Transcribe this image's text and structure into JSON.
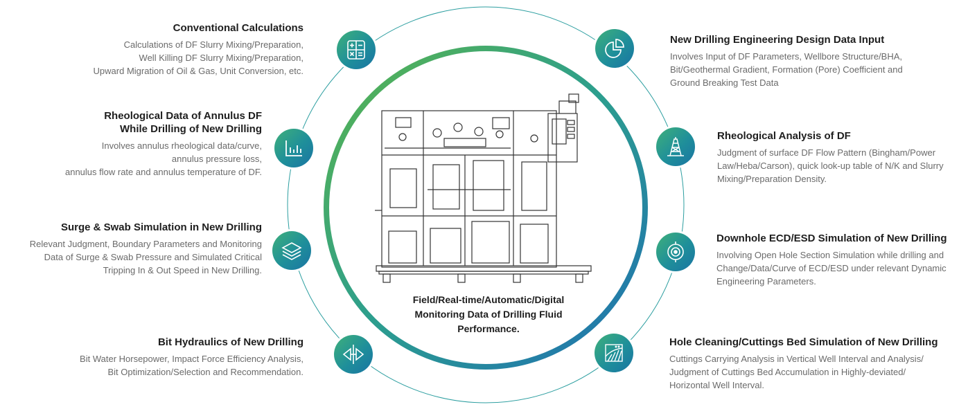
{
  "center": {
    "caption": "Field/Real-time/Automatic/Digital\nMonitoring Data of Drilling Fluid\nPerformance.",
    "image": "drilling-fluid-monitoring-equipment"
  },
  "colors": {
    "ring_outer": "#2c9ea0",
    "ring_gradient_start": "#4db356",
    "ring_gradient_end": "#1f76b6",
    "node_fill": "#2a9a8d"
  },
  "features": [
    {
      "id": "conventional-calculations",
      "side": "left",
      "icon": "calculator-icon",
      "title": "Conventional Calculations",
      "description": "Calculations of DF Slurry Mixing/Preparation,\nWell Killing DF Slurry Mixing/Preparation,\nUpward Migration of Oil & Gas, Unit Conversion, etc."
    },
    {
      "id": "rheological-data-annulus",
      "side": "left",
      "icon": "bar-chart-icon",
      "title": "Rheological Data of Annulus DF\nWhile Drilling of New Drilling",
      "description": "Involves annulus rheological data/curve,\nannulus pressure loss,\nannulus flow rate and annulus temperature of DF."
    },
    {
      "id": "surge-swab-simulation",
      "side": "left",
      "icon": "layers-icon",
      "title": "Surge & Swab Simulation in New Drilling",
      "description": "Relevant Judgment, Boundary Parameters and Monitoring\nData of Surge & Swab Pressure and Simulated Critical\nTripping In & Out Speed in New Drilling."
    },
    {
      "id": "bit-hydraulics",
      "side": "left",
      "icon": "bit-hydraulics-icon",
      "title": "Bit Hydraulics of New Drilling",
      "description": "Bit Water Horsepower, Impact Force Efficiency Analysis,\nBit Optimization/Selection and Recommendation."
    },
    {
      "id": "design-data-input",
      "side": "right",
      "icon": "pie-chart-icon",
      "title": "New Drilling Engineering Design Data Input",
      "description": "Involves Input of DF Parameters, Wellbore Structure/BHA,\nBit/Geothermal Gradient, Formation (Pore) Coefficient and\nGround Breaking Test Data"
    },
    {
      "id": "rheological-analysis",
      "side": "right",
      "icon": "drilling-rig-icon",
      "title": "Rheological Analysis of DF",
      "description": "Judgment of surface DF Flow Pattern (Bingham/Power\nLaw/Heba/Carson), quick look-up table of N/K and Slurry\nMixing/Preparation Density."
    },
    {
      "id": "ecd-esd-simulation",
      "side": "right",
      "icon": "ecd-target-icon",
      "title": "Downhole ECD/ESD Simulation of New Drilling",
      "description": "Involving Open Hole Section Simulation while drilling and\nChange/Data/Curve of ECD/ESD under relevant Dynamic\nEngineering Parameters."
    },
    {
      "id": "hole-cleaning",
      "side": "right",
      "icon": "cuttings-bed-icon",
      "title": "Hole Cleaning/Cuttings Bed Simulation of New Drilling",
      "description": "Cuttings Carrying Analysis in Vertical Well Interval and Analysis/\nJudgment of Cuttings Bed Accumulation in Highly-deviated/\nHorizontal Well Interval."
    }
  ]
}
